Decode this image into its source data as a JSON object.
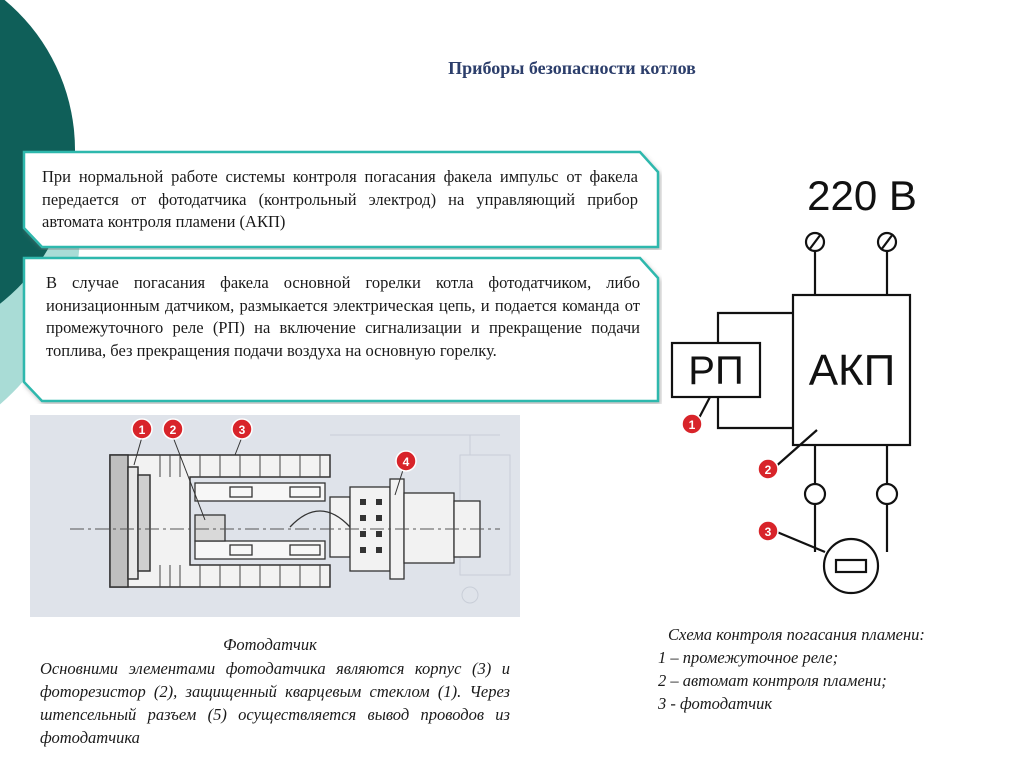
{
  "title": "Приборы безопасности котлов",
  "callout_1": "При нормальной работе системы контроля погасания факела импульс от факела передается от фотодатчика (контрольный электрод) на управляющий прибор автомата контроля пламени (АКП)",
  "callout_2": "В случае погасания факела основной горелки котла фотодатчиком, либо ионизационным датчиком, размыкается электрическая цепь, и подается команда от промежуточного реле (РП) на включение сигнализации и прекращение подачи топлива, без прекращения подачи воздуха на основную горелку.",
  "photo_markers": [
    "1",
    "2",
    "3",
    "4"
  ],
  "photo_caption": {
    "title": "Фотодатчик",
    "body": "Основними элементами фотодатчика являются корпус (3) и фоторезистор (2), защищенный кварцевым стеклом (1). Через штепсельный разъем (5) осуществляется вывод проводов из фотодатчика"
  },
  "scheme": {
    "voltage": "220 В",
    "relay_label": "РП",
    "controller_label": "АКП",
    "markers": [
      "1",
      "2",
      "3"
    ]
  },
  "scheme_caption": {
    "title": "Схема контроля погасания пламени:",
    "items": [
      "1 – промежуточное реле;",
      "2 – автомат контроля пламени;",
      "3 - фотодатчик"
    ]
  },
  "colors": {
    "teal": "#2fb8ad",
    "dark_teal": "#0e5c57",
    "marker_red": "#d8242a",
    "title_blue": "#2c3e6b"
  }
}
